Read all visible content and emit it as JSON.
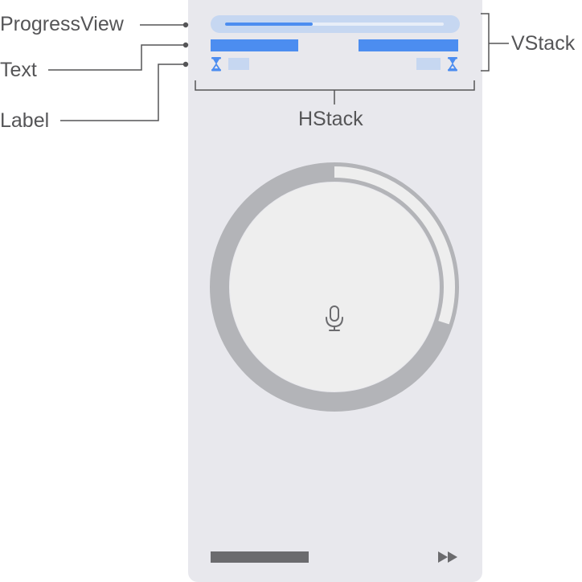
{
  "labels": {
    "progress_view": "ProgressView",
    "text": "Text",
    "label": "Label",
    "vstack": "VStack",
    "hstack": "HStack"
  },
  "progress": {
    "fraction": 0.4
  },
  "ring": {
    "fraction": 0.3
  },
  "icons": {
    "hourglass": "hourglass-icon",
    "microphone": "microphone-icon",
    "fast_forward": "fast-forward-icon"
  },
  "colors": {
    "panel": "#e8e8ed",
    "progress_track": "#c6d7f1",
    "progress_fill": "#4c8df0",
    "text_placeholder": "#4c8df0",
    "label_placeholder": "#c6d7f1",
    "ring_track": "#b3b4b8",
    "ring_progress": "#eeeeee",
    "circle_fill": "#eeeeee",
    "title_placeholder": "#6b6b6e",
    "subtitle_placeholder": "#a8a8ab",
    "callout_text": "#555557"
  }
}
